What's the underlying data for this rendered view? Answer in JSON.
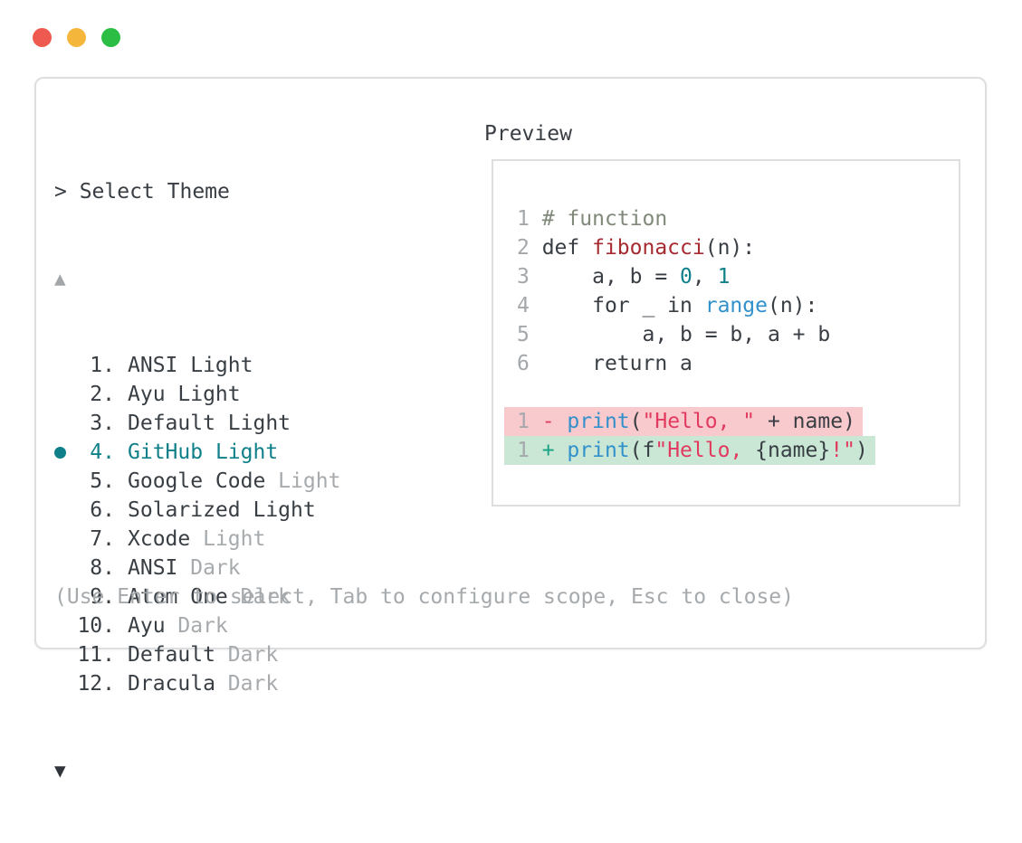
{
  "window": {
    "controls": [
      {
        "name": "close",
        "color": "#EF5A50"
      },
      {
        "name": "minimize",
        "color": "#F5B63C"
      },
      {
        "name": "maximize",
        "color": "#2CBE44"
      }
    ]
  },
  "selector": {
    "prompt": "> Select Theme",
    "scroll_up": "▲",
    "scroll_down": "▼",
    "items": [
      {
        "number": "1.",
        "name": "ANSI",
        "variant": "Light",
        "variant_gray": false,
        "selected": false
      },
      {
        "number": "2.",
        "name": "Ayu",
        "variant": "Light",
        "variant_gray": false,
        "selected": false
      },
      {
        "number": "3.",
        "name": "Default",
        "variant": "Light",
        "variant_gray": false,
        "selected": false
      },
      {
        "number": "4.",
        "name": "GitHub",
        "variant": "Light",
        "variant_gray": false,
        "selected": true
      },
      {
        "number": "5.",
        "name": "Google Code",
        "variant": "Light",
        "variant_gray": true,
        "selected": false
      },
      {
        "number": "6.",
        "name": "Solarized",
        "variant": "Light",
        "variant_gray": false,
        "selected": false
      },
      {
        "number": "7.",
        "name": "Xcode",
        "variant": "Light",
        "variant_gray": true,
        "selected": false
      },
      {
        "number": "8.",
        "name": "ANSI",
        "variant": "Dark",
        "variant_gray": true,
        "selected": false
      },
      {
        "number": "9.",
        "name": "Atom One",
        "variant": "Dark",
        "variant_gray": true,
        "selected": false
      },
      {
        "number": "10.",
        "name": "Ayu",
        "variant": "Dark",
        "variant_gray": true,
        "selected": false
      },
      {
        "number": "11.",
        "name": "Default",
        "variant": "Dark",
        "variant_gray": true,
        "selected": false
      },
      {
        "number": "12.",
        "name": "Dracula",
        "variant": "Dark",
        "variant_gray": true,
        "selected": false
      }
    ],
    "help_text": "(Use Enter to select, Tab to configure scope, Esc to close)"
  },
  "preview": {
    "title": "Preview",
    "lines": [
      {
        "tokens": [
          [
            "ln",
            "1 "
          ],
          [
            "c",
            "# function"
          ]
        ]
      },
      {
        "tokens": [
          [
            "ln",
            "2 "
          ],
          [
            "t",
            "def "
          ],
          [
            "fn",
            "fibonacci"
          ],
          [
            "t",
            "(n):"
          ]
        ]
      },
      {
        "tokens": [
          [
            "ln",
            "3 "
          ],
          [
            "t",
            "    a, b = "
          ],
          [
            "num",
            "0"
          ],
          [
            "t",
            ", "
          ],
          [
            "num",
            "1"
          ]
        ]
      },
      {
        "tokens": [
          [
            "ln",
            "4 "
          ],
          [
            "t",
            "    for _ in "
          ],
          [
            "b",
            "range"
          ],
          [
            "t",
            "(n):"
          ]
        ]
      },
      {
        "tokens": [
          [
            "ln",
            "5 "
          ],
          [
            "t",
            "        a, b = b, a + b"
          ]
        ]
      },
      {
        "tokens": [
          [
            "ln",
            "6 "
          ],
          [
            "t",
            "    return a"
          ]
        ]
      },
      {
        "tokens": []
      },
      {
        "bg": "removed",
        "tokens": [
          [
            "ln",
            "1 "
          ],
          [
            "dm",
            "- "
          ],
          [
            "b",
            "print"
          ],
          [
            "t",
            "("
          ],
          [
            "s",
            "\"Hello, \""
          ],
          [
            "t",
            " + name)"
          ]
        ]
      },
      {
        "bg": "added",
        "tokens": [
          [
            "ln",
            "1 "
          ],
          [
            "dp",
            "+ "
          ],
          [
            "b",
            "print"
          ],
          [
            "t",
            "(f"
          ],
          [
            "s",
            "\"Hello, "
          ],
          [
            "t",
            "{name}"
          ],
          [
            "s",
            "!\""
          ],
          [
            "t",
            ")"
          ]
        ]
      }
    ]
  },
  "colors": {
    "accent": "#0F7F89",
    "text": "#383E44",
    "muted": "#A6AAAD",
    "comment": "#80897A",
    "function_name": "#A62A30",
    "string": "#E23A5F",
    "builtin": "#3290CB",
    "number": "#0F7F89",
    "diff_removed_bg": "#F9CACD",
    "diff_added_bg": "#C9E7D4",
    "diff_minus": "#E23A5F",
    "diff_plus": "#18A283",
    "border": "#DCDEDF",
    "traffic_red": "#EF5A50",
    "traffic_yellow": "#F5B63C",
    "traffic_green": "#2CBE44"
  }
}
